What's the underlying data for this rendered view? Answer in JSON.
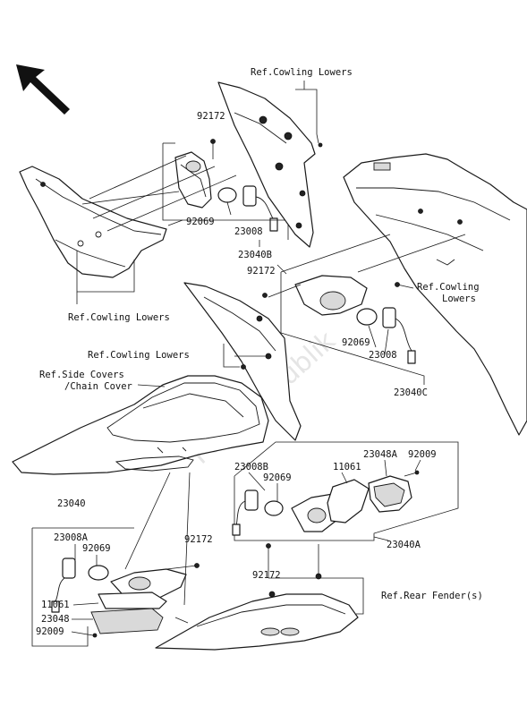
{
  "watermark": "PartsRepublik",
  "labels": {
    "ref_cowling_top": "Ref.Cowling Lowers",
    "p92172_a": "92172",
    "p92069_a": "92069",
    "p23008_a": "23008",
    "p23040B": "23040B",
    "ref_cowling_left": "Ref.Cowling Lowers",
    "p92172_b": "92172",
    "ref_cowling_right_1": "Ref.Cowling",
    "ref_cowling_right_2": "Lowers",
    "p92069_b": "92069",
    "p23008_b": "23008",
    "ref_cowling_mid": "Ref.Cowling Lowers",
    "p23040C": "23040C",
    "ref_side_covers_1": "Ref.Side Covers",
    "ref_side_covers_2": "/Chain Cover",
    "p23048A": "23048A",
    "p92009_a": "92009",
    "p23008B": "23008B",
    "p11061_a": "11061",
    "p92069_c": "92069",
    "p23040A": "23040A",
    "p23040": "23040",
    "p23008A": "23008A",
    "p92069_d": "92069",
    "p92172_c": "92172",
    "p92172_d": "92172",
    "ref_rear_fender": "Ref.Rear Fender(s)",
    "p11061_b": "11061",
    "p23048": "23048",
    "p92009_b": "92009"
  },
  "icons": {
    "direction": "front-direction-arrow-icon"
  }
}
